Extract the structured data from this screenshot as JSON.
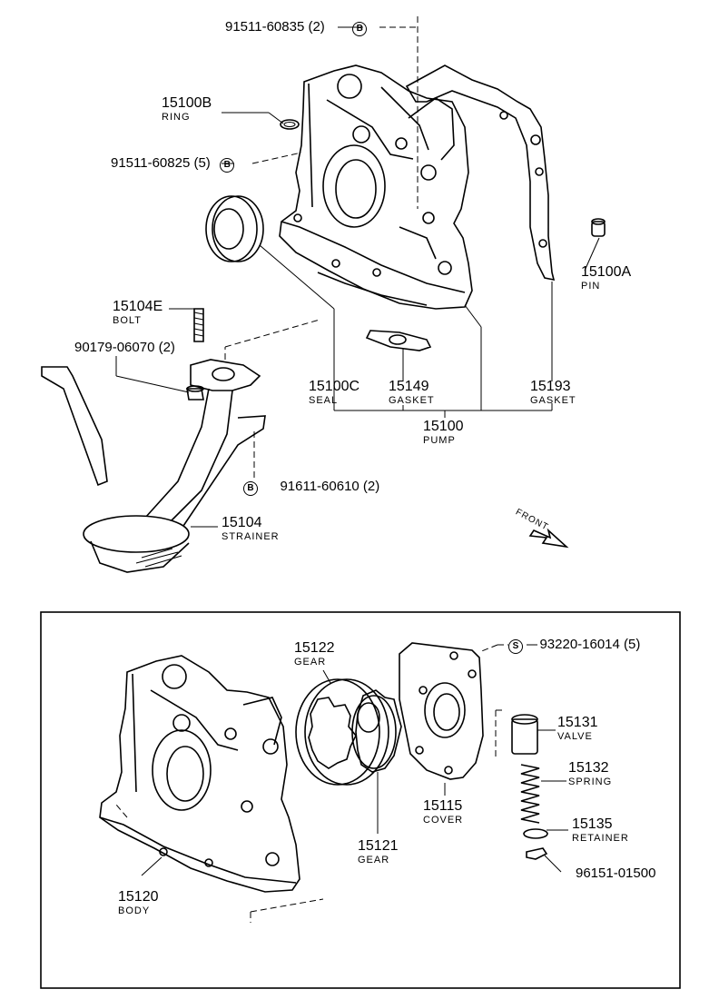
{
  "labels": {
    "bolt_60835": {
      "part": "91511-60835 (2)",
      "marker": "B"
    },
    "ring": {
      "part": "15100B",
      "name": "RING"
    },
    "bolt_60825": {
      "part": "91511-60825 (5)",
      "marker": "B"
    },
    "bolt_15104e": {
      "part": "15104E",
      "name": "BOLT"
    },
    "nut": {
      "part": "90179-06070 (2)"
    },
    "pin": {
      "part": "15100A",
      "name": "PIN"
    },
    "seal": {
      "part": "15100C",
      "name": "SEAL"
    },
    "gasket_15149": {
      "part": "15149",
      "name": "GASKET"
    },
    "gasket_15193": {
      "part": "15193",
      "name": "GASKET"
    },
    "pump": {
      "part": "15100",
      "name": "PUMP"
    },
    "bolt_60610": {
      "part": "91611-60610 (2)",
      "marker": "B"
    },
    "strainer": {
      "part": "15104",
      "name": "STRAINER"
    },
    "front": {
      "text": "FRONT"
    },
    "gear_15122": {
      "part": "15122",
      "name": "GEAR"
    },
    "screw": {
      "part": "93220-16014 (5)",
      "marker": "S"
    },
    "valve": {
      "part": "15131",
      "name": "VALVE"
    },
    "spring": {
      "part": "15132",
      "name": "SPRING"
    },
    "cover": {
      "part": "15115",
      "name": "COVER"
    },
    "retainer": {
      "part": "15135",
      "name": "RETAINER"
    },
    "gear_15121": {
      "part": "15121",
      "name": "GEAR"
    },
    "clip": {
      "part": "96151-01500"
    },
    "body": {
      "part": "15120",
      "name": "BODY"
    }
  }
}
